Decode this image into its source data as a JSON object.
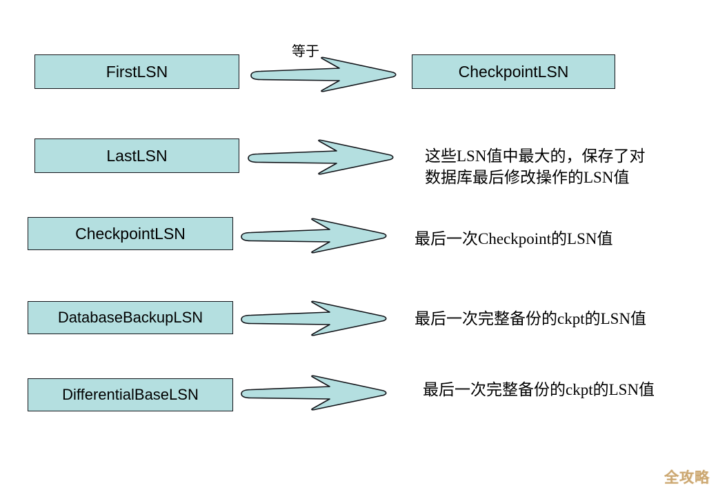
{
  "diagram": {
    "title_label": "等于",
    "colors": {
      "box_fill": "#b4dfe0",
      "box_border": "#111318",
      "arrow_fill": "#b4dfe0",
      "arrow_stroke": "#111318",
      "text": "#000000",
      "watermark": "#c9a36a",
      "background": "#ffffff"
    },
    "rows": [
      {
        "box_label": "FirstLSN",
        "target_label": "CheckpointLSN",
        "arrow_label": "等于",
        "description": ""
      },
      {
        "box_label": "LastLSN",
        "target_label": "",
        "arrow_label": "",
        "description": "这些LSN值中最大的，保存了对\n数据库最后修改操作的LSN值"
      },
      {
        "box_label": "CheckpointLSN",
        "target_label": "",
        "arrow_label": "",
        "description": "最后一次Checkpoint的LSN值"
      },
      {
        "box_label": "DatabaseBackupLSN",
        "target_label": "",
        "arrow_label": "",
        "description": "最后一次完整备份的ckpt的LSN值"
      },
      {
        "box_label": "DifferentialBaseLSN",
        "target_label": "",
        "arrow_label": "",
        "description": "最后一次完整备份的ckpt的LSN值"
      }
    ],
    "watermark": "全攻略"
  }
}
